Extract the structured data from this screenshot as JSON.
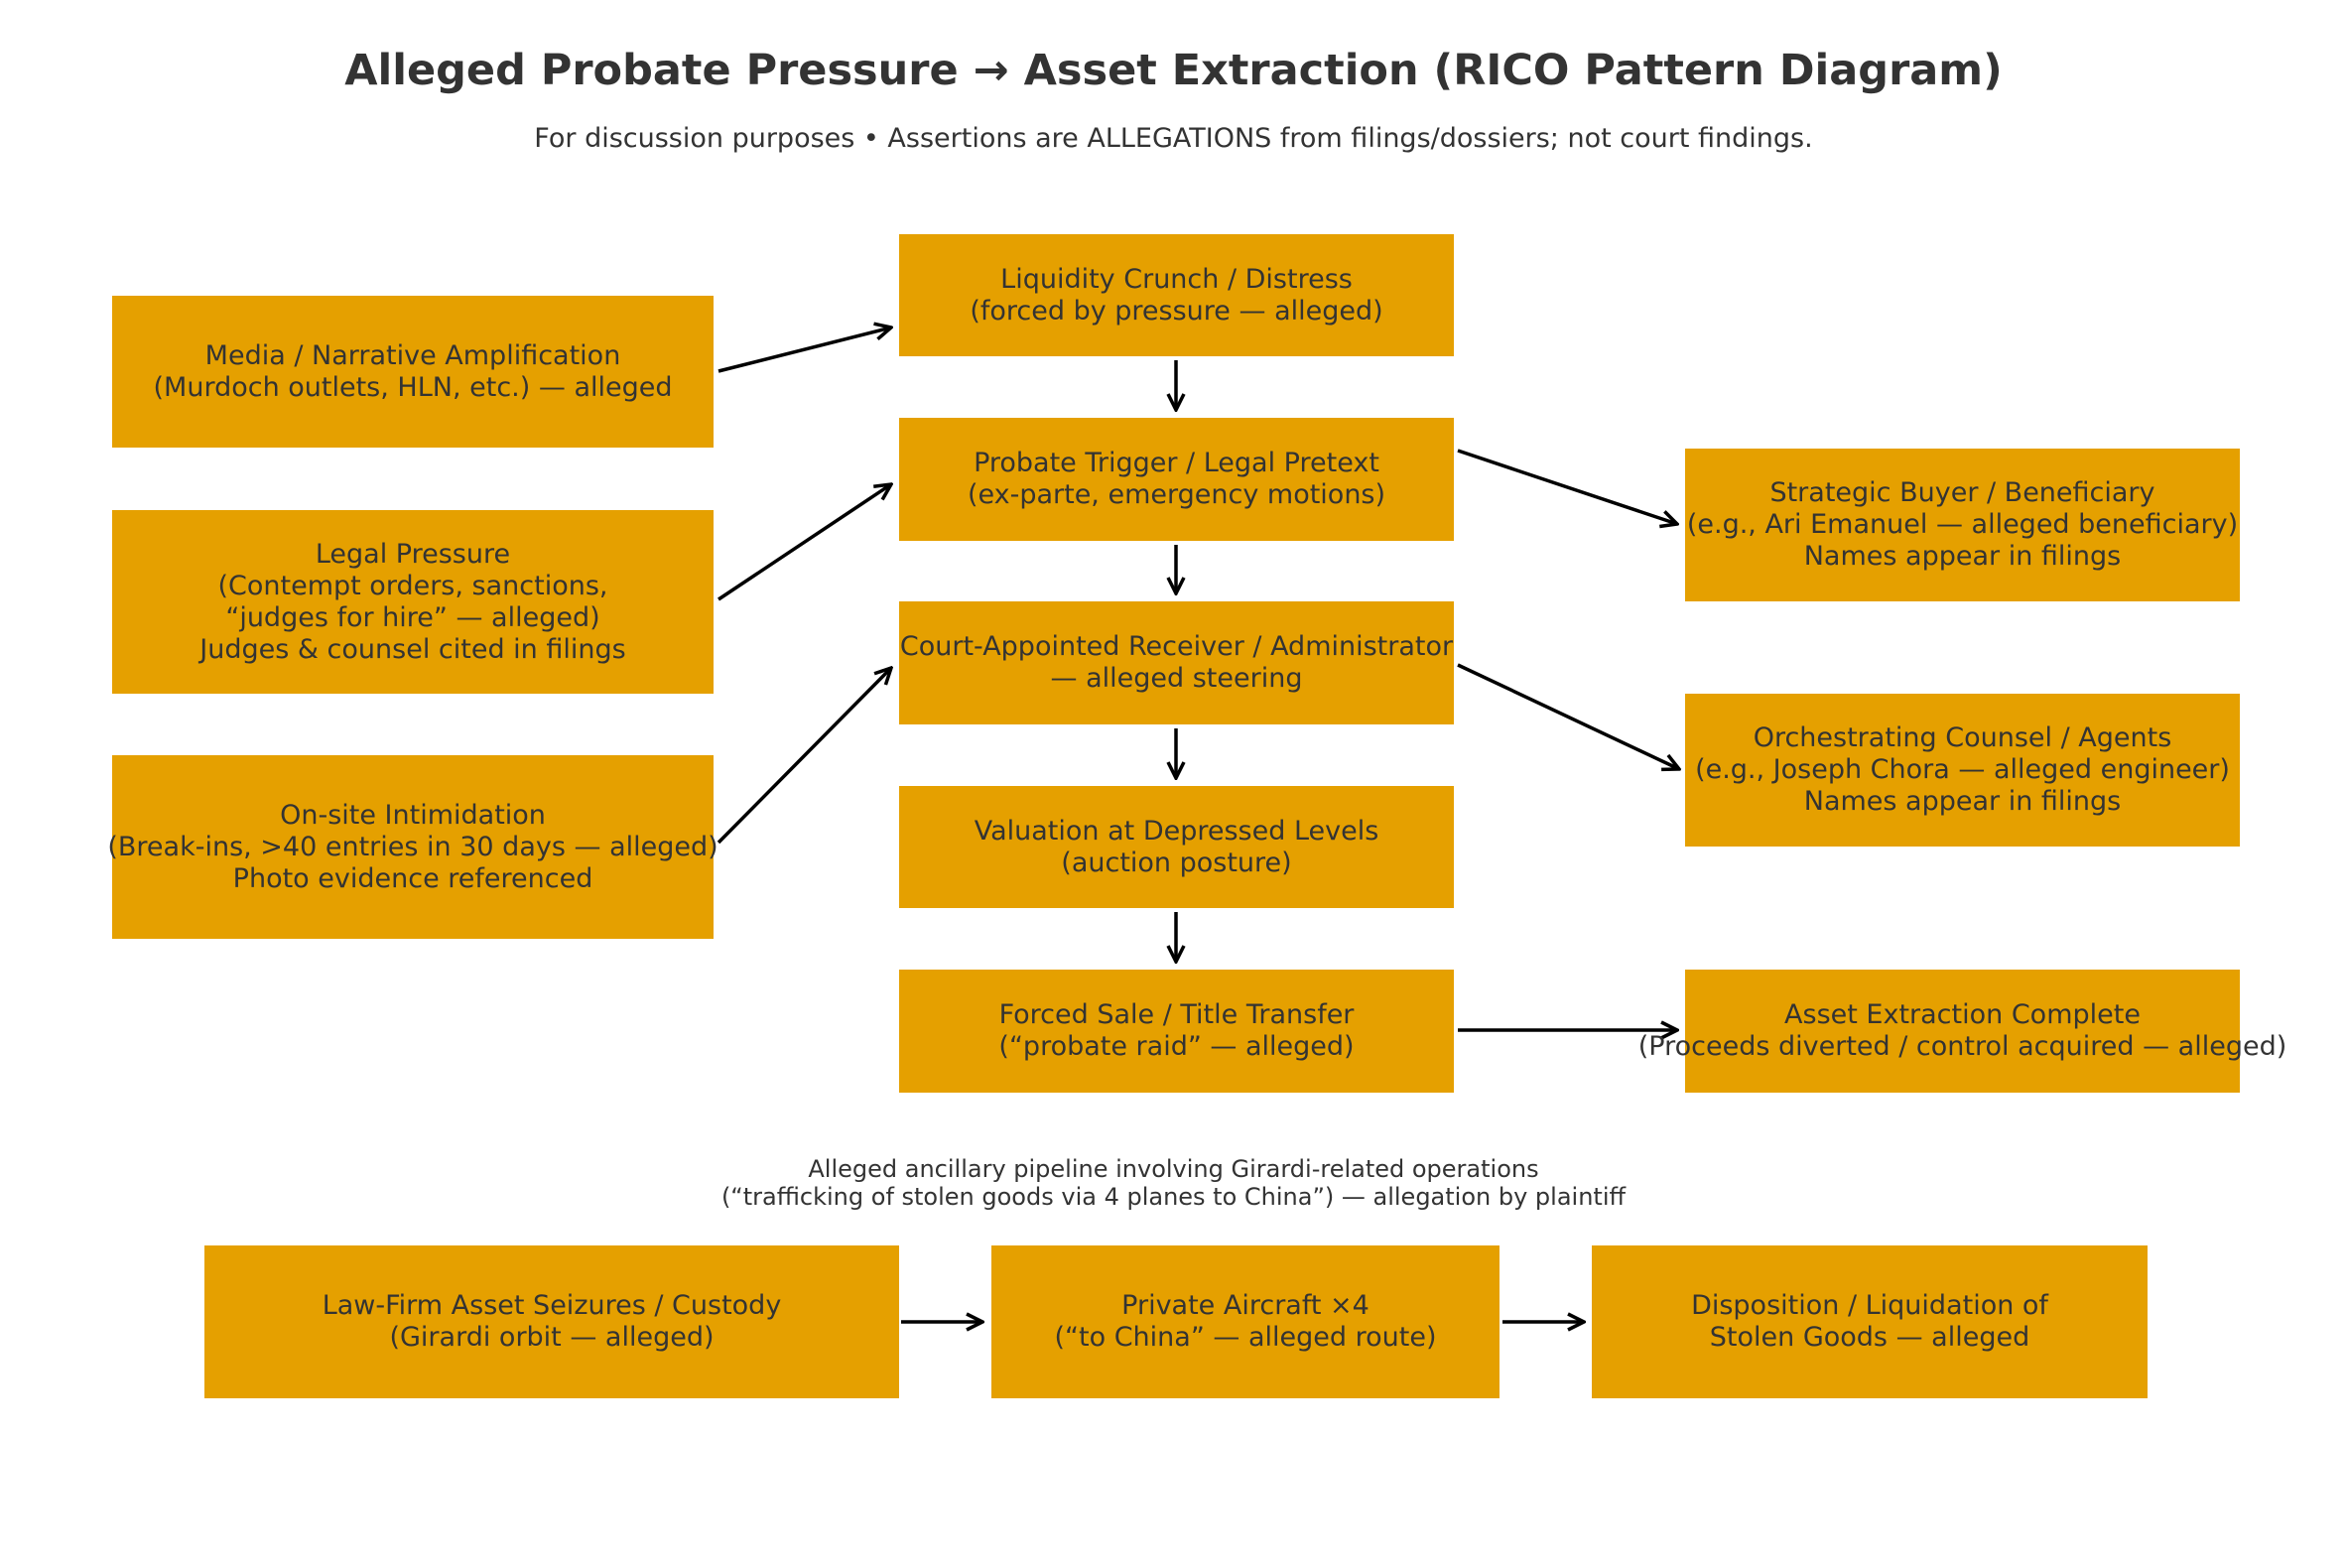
{
  "title": "Alleged Probate Pressure → Asset Extraction (RICO Pattern Diagram)",
  "subtitle": "For discussion purposes • Assertions are ALLEGATIONS from filings/dossiers; not court findings.",
  "colors": {
    "box_fill": "#e5a000",
    "text": "#333333",
    "arrow": "#000000"
  },
  "left_column": [
    {
      "id": "media",
      "label": "Media / Narrative Amplification\n(Murdoch outlets, HLN, etc.) — alleged"
    },
    {
      "id": "legal",
      "label": "Legal Pressure\n(Contempt orders, sanctions,\n“judges for hire” — alleged)\nJudges & counsel cited in filings"
    },
    {
      "id": "intimidation",
      "label": "On-site Intimidation\n(Break-ins, >40 entries in 30 days — alleged)\nPhoto evidence referenced"
    }
  ],
  "center_column": [
    {
      "id": "liquidity",
      "label": "Liquidity Crunch / Distress\n(forced by pressure — alleged)"
    },
    {
      "id": "probate",
      "label": "Probate Trigger / Legal Pretext\n(ex-parte, emergency motions)"
    },
    {
      "id": "receiver",
      "label": "Court-Appointed Receiver / Administrator\n— alleged steering"
    },
    {
      "id": "valuation",
      "label": "Valuation at Depressed Levels\n(auction posture)"
    },
    {
      "id": "forced_sale",
      "label": "Forced Sale / Title Transfer\n(“probate raid” — alleged)"
    }
  ],
  "right_column": [
    {
      "id": "buyer",
      "label": "Strategic Buyer / Beneficiary\n(e.g., Ari Emanuel — alleged beneficiary)\nNames appear in filings"
    },
    {
      "id": "counsel",
      "label": "Orchestrating Counsel / Agents\n(e.g., Joseph Chora — alleged engineer)\nNames appear in filings"
    },
    {
      "id": "complete",
      "label": "Asset Extraction Complete\n(Proceeds diverted / control acquired — alleged)"
    }
  ],
  "ancillary_caption": "Alleged ancillary pipeline involving Girardi-related operations\n(“trafficking of stolen goods via 4 planes to China”) — allegation by plaintiff",
  "bottom_row": [
    {
      "id": "seizures",
      "label": "Law-Firm Asset Seizures / Custody\n(Girardi orbit — alleged)"
    },
    {
      "id": "aircraft",
      "label": "Private Aircraft ×4\n(“to China” — alleged route)"
    },
    {
      "id": "disposition",
      "label": "Disposition / Liquidation of\nStolen Goods — alleged"
    }
  ],
  "connections": [
    {
      "from": "media",
      "to": "liquidity"
    },
    {
      "from": "legal",
      "to": "probate"
    },
    {
      "from": "intimidation",
      "to": "receiver"
    },
    {
      "from": "liquidity",
      "to": "probate"
    },
    {
      "from": "probate",
      "to": "receiver"
    },
    {
      "from": "receiver",
      "to": "valuation"
    },
    {
      "from": "valuation",
      "to": "forced_sale"
    },
    {
      "from": "probate",
      "to": "buyer"
    },
    {
      "from": "receiver",
      "to": "counsel"
    },
    {
      "from": "forced_sale",
      "to": "complete"
    },
    {
      "from": "seizures",
      "to": "aircraft"
    },
    {
      "from": "aircraft",
      "to": "disposition"
    }
  ]
}
